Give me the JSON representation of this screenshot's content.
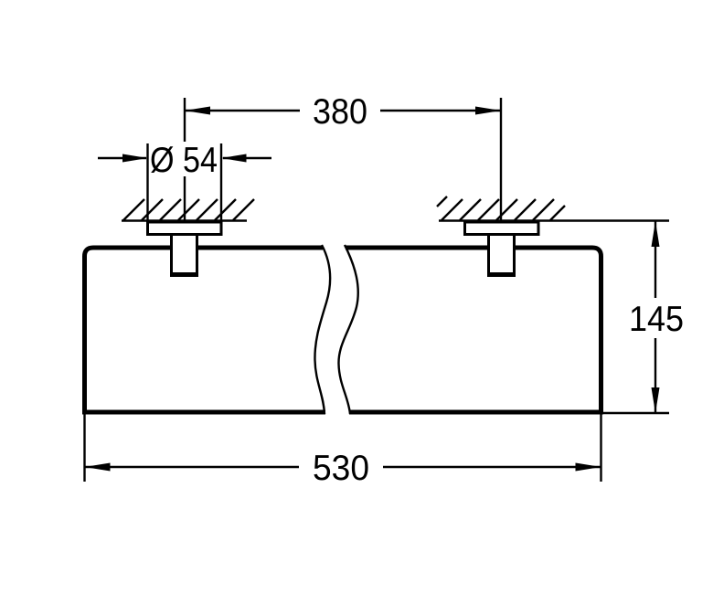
{
  "figure": {
    "description": "Technical dimension drawing of a wall-mounted shelf, front view with break line",
    "colors": {
      "line": "#000000",
      "background": "#ffffff"
    },
    "dimensions": {
      "mounting_distance": "380",
      "flange_diameter": "Ø 54",
      "shelf_height": "145",
      "shelf_width": "530"
    }
  }
}
